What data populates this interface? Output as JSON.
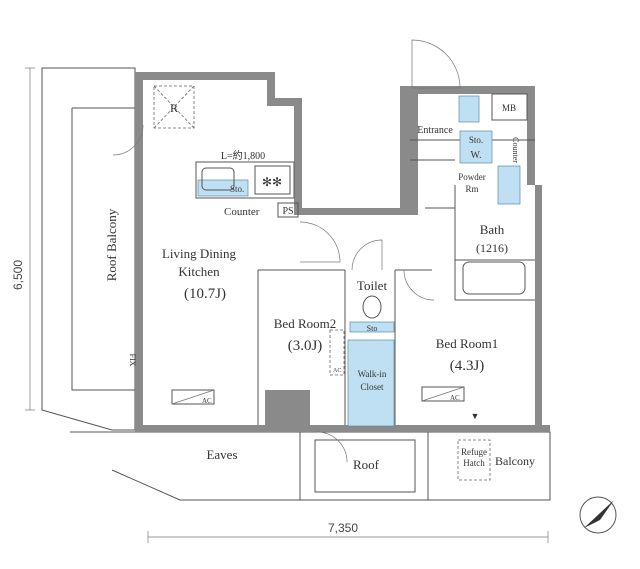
{
  "dimensions": {
    "height": "6,500",
    "width": "7,350"
  },
  "rooms": {
    "roof_balcony": "Roof Balcony",
    "ldk_name1": "Living Dining",
    "ldk_name2": "Kitchen",
    "ldk_size": "(10.7J)",
    "bed2_name": "Bed Room2",
    "bed2_size": "(3.0J)",
    "toilet": "Toilet",
    "bed1_name": "Bed Room1",
    "bed1_size": "(4.3J)",
    "wic1": "Walk-in",
    "wic2": "Closet",
    "bath": "Bath",
    "bath_size": "(1216)",
    "powder1": "Powder",
    "powder2": "Rm",
    "entrance": "Entrance",
    "eaves": "Eaves",
    "roof": "Roof",
    "balcony": "Balcony"
  },
  "fixtures": {
    "refrigerator": "R",
    "kitchen_length": "L=約1,800",
    "kitchen_sto": "Sto.",
    "counter": "Counter",
    "ps": "PS",
    "mb": "MB",
    "sto_w1": "Sto.",
    "sto_w2": "W.",
    "counter_vertical": "Counter",
    "toilet_sto": "Sto",
    "ac": "AC",
    "fix": "FIX",
    "refuge1": "Refuge",
    "refuge2": "Hatch"
  },
  "colors": {
    "wall": "#8a8a8a",
    "storage": "#bfe0f2"
  }
}
